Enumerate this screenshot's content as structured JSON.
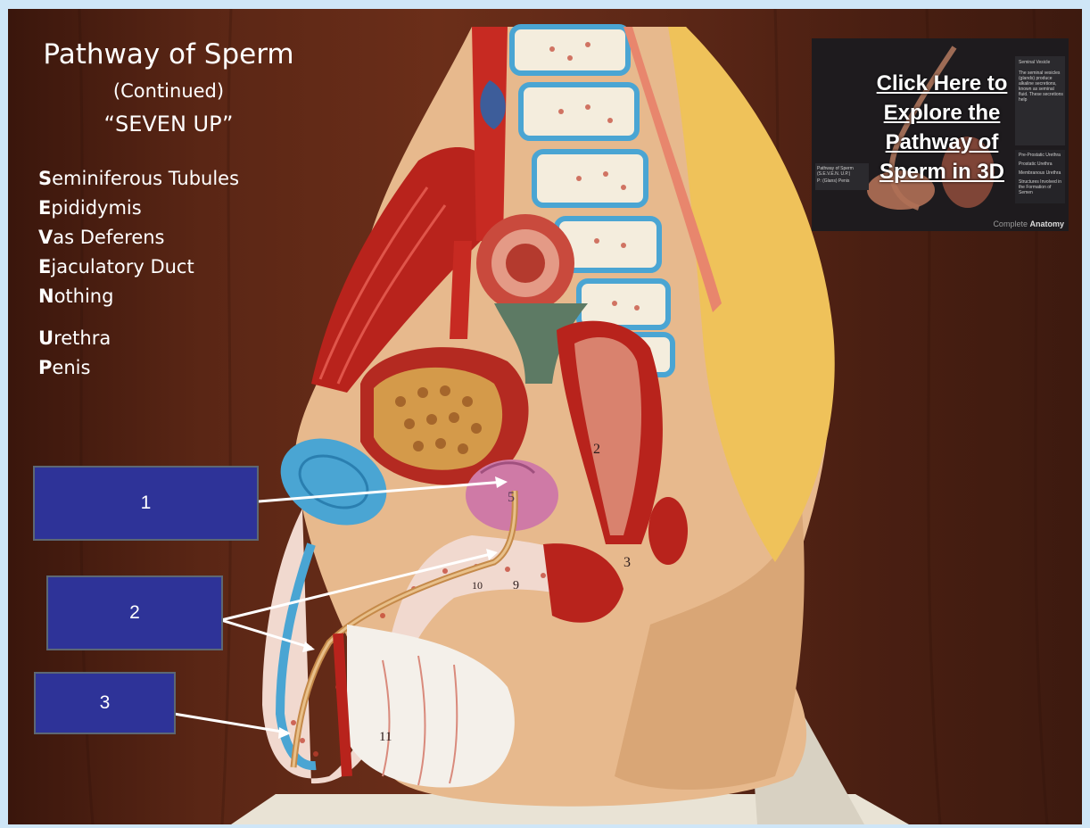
{
  "slide": {
    "title": "Pathway of Sperm",
    "subtitle": "(Continued)",
    "mnemonic": "“SEVEN UP”"
  },
  "pathway": [
    {
      "initial": "S",
      "rest": "eminiferous Tubules"
    },
    {
      "initial": "E",
      "rest": "pididymis"
    },
    {
      "initial": "V",
      "rest": "as Deferens"
    },
    {
      "initial": "E",
      "rest": "jaculatory Duct"
    },
    {
      "initial": "N",
      "rest": "othing"
    }
  ],
  "pathway2": [
    {
      "initial": "U",
      "rest": "rethra"
    },
    {
      "initial": "P",
      "rest": "enis"
    }
  ],
  "labels": {
    "box1": "1",
    "box2": "2",
    "box3": "3"
  },
  "model_numbers": {
    "n5": "5",
    "n2": "2",
    "n3": "3",
    "n9": "9",
    "n11": "11",
    "n10": "10"
  },
  "link": {
    "line1": "Click Here to",
    "line2": "Explore the",
    "line3": "Pathway of",
    "line4": "Sperm in 3D"
  },
  "app_preview": {
    "panel_title": "Seminal Vesicle",
    "panel_body": "The seminal vesicles (glands) produce alkaline secretions, known as seminal fluid. These secretions help",
    "left_item_1": "Pathway of Sperm (S.E.V.E.N. U.P.)",
    "left_item_2": "P: (Glans) Penis",
    "list_1": "Pre-Prostatic Urethra",
    "list_2": "Prostatic Urethra",
    "list_3": "Membranous Urethra",
    "list_4": "Structures Involved in the Formation of Semen",
    "brand_prefix": "Complete",
    "brand_bold": "Anatomy"
  },
  "colors": {
    "label_box": "#2e3398",
    "background_wood": "#5a2615",
    "model_skin": "#e7b98d",
    "model_yellow": "#efc25a",
    "model_red": "#b8231c",
    "model_blue": "#4aa5d3"
  }
}
